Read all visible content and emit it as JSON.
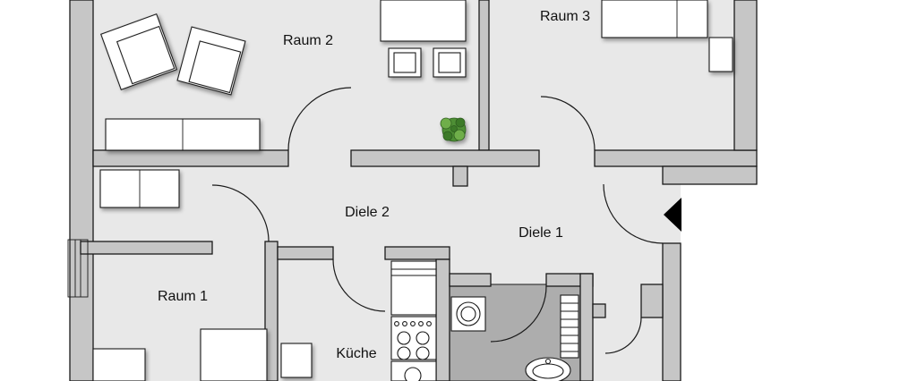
{
  "rooms": {
    "raum1": {
      "label": "Raum 1"
    },
    "raum2": {
      "label": "Raum 2"
    },
    "raum3": {
      "label": "Raum 3"
    },
    "diele1": {
      "label": "Diele 1"
    },
    "diele2": {
      "label": "Diele 2"
    },
    "kueche": {
      "label": "Küche"
    }
  },
  "colors": {
    "background": "#ffffff",
    "floor": "#e8e8e8",
    "bath_floor": "#adadad",
    "wall": "#c6c6c6",
    "outline": "#1a1a1a",
    "furniture": "#ffffff",
    "plant_mid": "#4e8f35",
    "plant_light": "#6fae4a",
    "plant_dark": "#3c7a28",
    "entrance_marker": "#000000"
  },
  "icons": {
    "plant": "plant-icon",
    "entrance": "entrance-arrow-icon"
  }
}
